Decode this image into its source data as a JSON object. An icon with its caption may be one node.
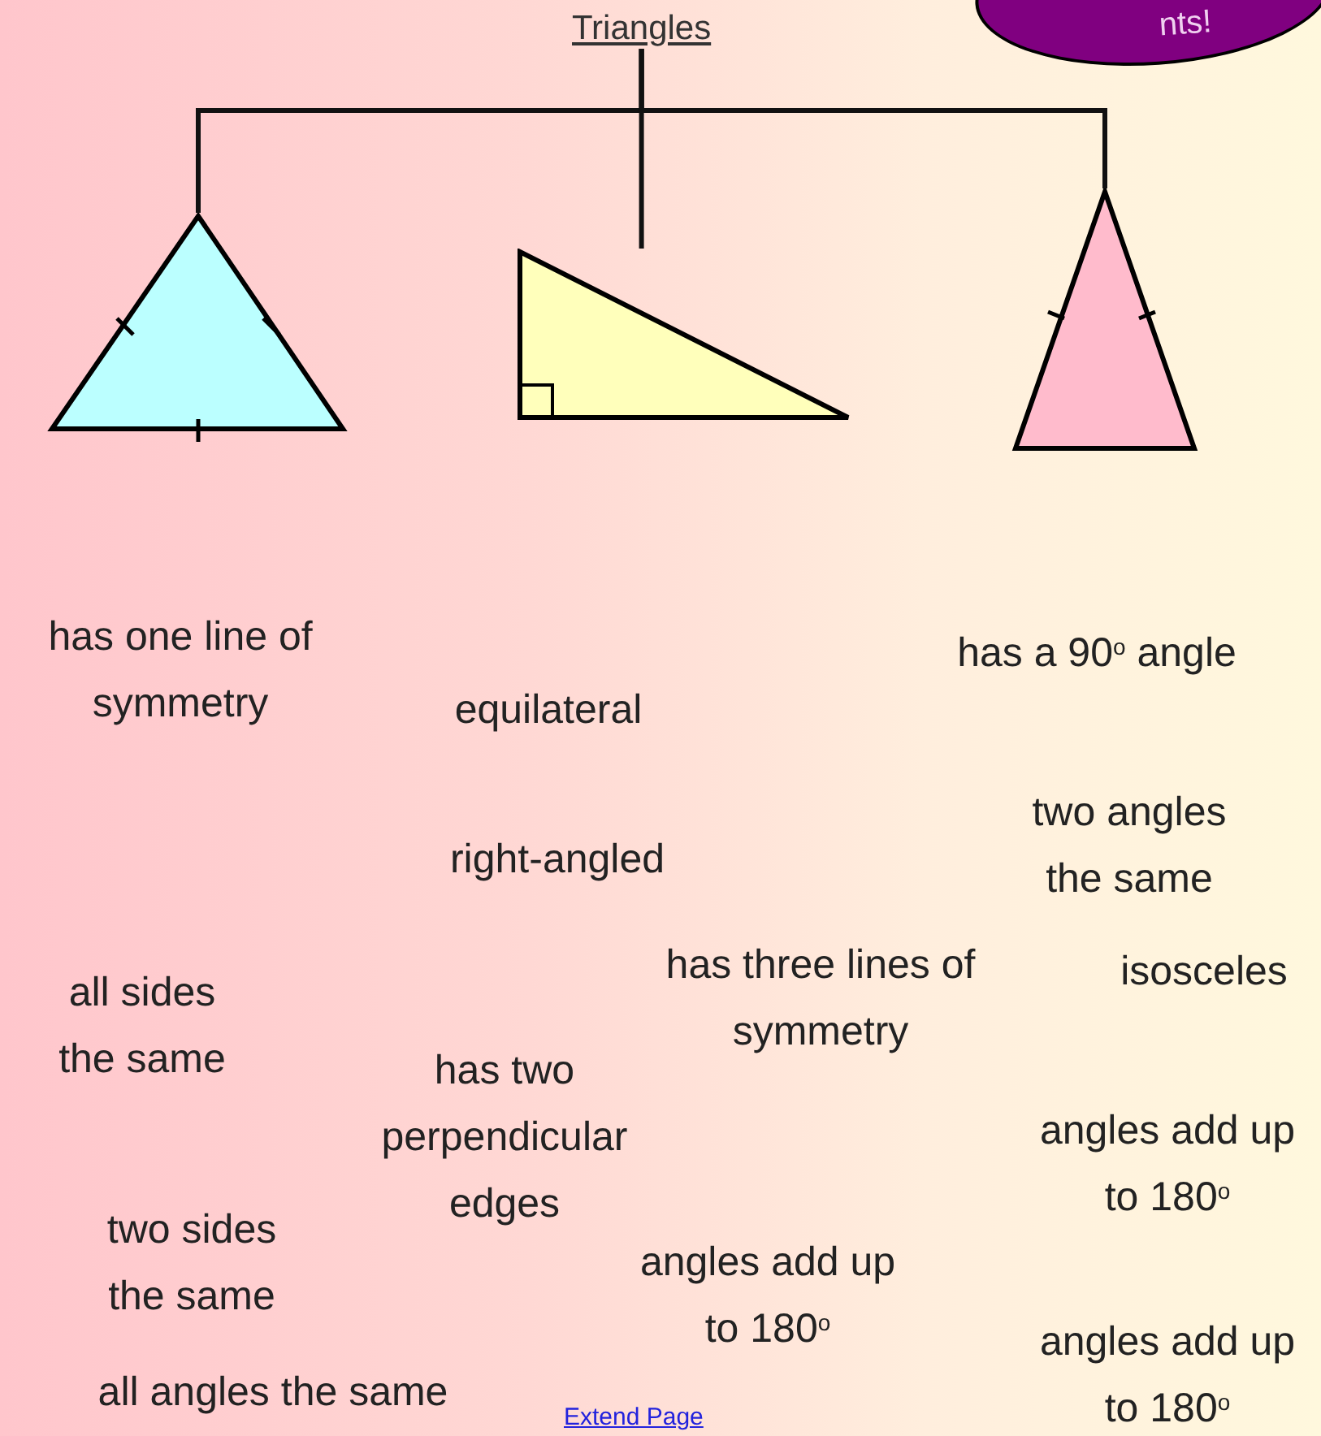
{
  "diagram": {
    "nodes": [
      {
        "text": [
          "Triangles"
        ]
      },
      {
        "text": [],
        "shape": "triangle"
      },
      {
        "text": [],
        "shape": "triangle"
      },
      {
        "text": [],
        "shape": "triangle"
      }
    ],
    "edges": [
      {
        "from": 0,
        "to": 1,
        "arrow": "none"
      },
      {
        "from": 0,
        "to": 2,
        "arrow": "none"
      },
      {
        "from": 0,
        "to": 3,
        "arrow": "none"
      }
    ],
    "labels": [
      "nts!",
      "has one line of symmetry",
      "has a 90$^{o}$ angle",
      "equilateral",
      "two angles the same",
      "right-angled",
      "has three lines of symmetry",
      "isosceles",
      "all sides the same",
      "has two perpendicular edges",
      "angles add up to 180$^{o}$",
      "two sides the same",
      "angles add up to 180$^{o}$",
      "angles add up to 180$^{o}$",
      "all angles the same",
      "Extend Page"
    ]
  }
}
